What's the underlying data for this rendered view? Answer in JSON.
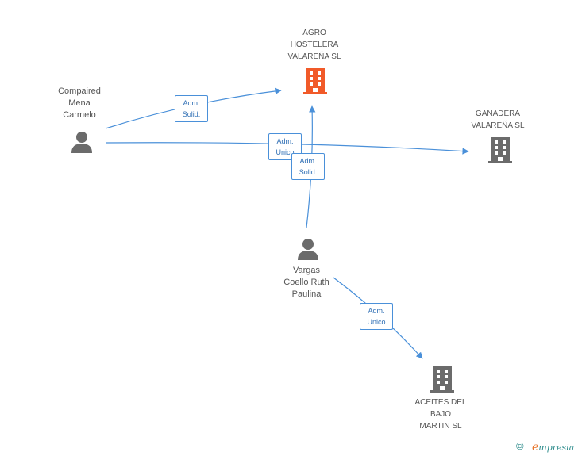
{
  "nodes": {
    "agro": {
      "label": "AGRO\nHOSTELERA\nVALAREÑA SL",
      "color": "#f15a29"
    },
    "ganadera": {
      "label": "GANADERA\nVALAREÑA SL",
      "color": "#6b6b6b"
    },
    "aceites": {
      "label": "ACEITES DEL\nBAJO\nMARTIN SL",
      "color": "#6b6b6b"
    },
    "compaired": {
      "label": "Compaired\nMena\nCarmelo",
      "color": "#6b6b6b"
    },
    "vargas": {
      "label": "Vargas\nCoello Ruth\nPaulina",
      "color": "#6b6b6b"
    }
  },
  "relations": [
    {
      "label": "Adm.\nSolid."
    },
    {
      "label": "Adm.\nUnico"
    },
    {
      "label": "Adm.\nSolid."
    },
    {
      "label": "Adm.\nUnico"
    }
  ],
  "footer": {
    "copyright_symbol": "©",
    "brand_first": "e",
    "brand_rest": "mpresia"
  },
  "colors": {
    "edge": "#4a90d9",
    "badge_text": "#2f6fb5"
  }
}
